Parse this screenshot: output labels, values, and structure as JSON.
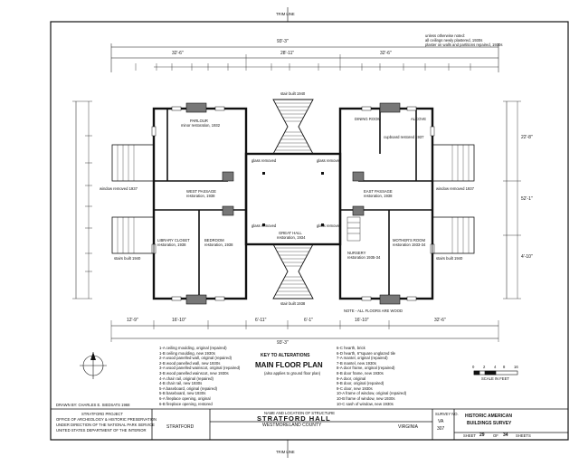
{
  "sheet": {
    "trim_top": "TRIM LINE",
    "trim_bottom": "TRIM LINE"
  },
  "notes": {
    "note1": "unless otherwise noted:",
    "note2": "all ceilings newly plastered, 1930s",
    "note3": "plaster on walls and partitions repaired, 1930s",
    "note_floors": "NOTE - ALL FLOORS ARE WOOD"
  },
  "dimensions": {
    "overall_top": "93'-3\"",
    "overall_bottom": "93'-3\"",
    "top_left": "32'-6\"",
    "top_center": "28'-11\"",
    "top_right": "32'-6\"",
    "bottom_1": "12'-9\"",
    "bottom_2": "16'-10\"",
    "bottom_3": "6'-11\"",
    "bottom_4": "6'-1\"",
    "bottom_5": "16'-10\"",
    "bottom_6": "32'-6\"",
    "side_right_1": "52'-1\"",
    "side_right_2": "22'-8\"",
    "side_right_3": "4'-10\""
  },
  "stairs": {
    "top": "stair built 1940",
    "bottom": "stair built 1938"
  },
  "rooms": {
    "parlour": "PARLOUR",
    "parlour_sub": "minor restoration, 1932",
    "dining_room": "DINING ROOM",
    "cupboard": "cupboard restored 1937",
    "alcove": "ALCOVE",
    "west_passage": "WEST PASSAGE",
    "west_passage_sub": "restoration, 1938",
    "east_passage": "EAST PASSAGE",
    "east_passage_sub": "restoration, 1938",
    "library_closet": "LIBRARY CLOSET",
    "library_closet_sub": "restoration, 1938",
    "bedroom": "BEDROOM",
    "bedroom_sub": "restoration, 1938",
    "nursery": "NURSERY",
    "nursery_sub": "restoration 1935-34",
    "mothers_room": "MOTHER'S ROOM",
    "mothers_room_sub": "restoration 1933-34",
    "hall": "GREAT HALL",
    "hall_sub": "restoration, 1934",
    "glass_removed_1": "glass removed",
    "glass_removed_2": "glass removed",
    "glass_removed_3": "glass removed",
    "glass_removed_4": "glass removed",
    "window_removed_w": "window removed 1937",
    "window_removed_e": "window removed 1937",
    "stairs_built_w": "stairs built 1940",
    "stairs_built_e": "stairs built 1940"
  },
  "key_title": "KEY TO ALTERATIONS",
  "plan_title": "MAIN FLOOR PLAN",
  "plan_subtitle": "(also applies to ground floor plan)",
  "legend_left": [
    "1-A  ceiling moulding, original (repaired)",
    "1-B  ceiling moulding, new 1930s",
    "2-A  wood panelled wall, original (repaired)",
    "2-B  wood panelled wall, new 1930s",
    "3-A  wood panelled wainscot, original (repaired)",
    "3-B  wood panelled wainscot, new 1930s",
    "4-A  chair rail, original (repaired)",
    "4-B  chair rail, new 1930s",
    "5-A  baseboard, original (repaired)",
    "5-B  baseboard, new 1930s",
    "6-A  fireplace opening, original",
    "6-B  fireplace opening, restored"
  ],
  "legend_right": [
    "6-C  hearth, brick",
    "6-D  hearth, 6\"square unglazed tile",
    "7-A  mantel, original (repaired)",
    "7-B  mantel, new 1930s",
    "8-A  door frame, original (repaired)",
    "8-B  door frame, new 1930s",
    "9-A  door, original",
    "9-B  door, original (repaired)",
    "9-C  door, new 1930s",
    "10-A  frame of window, original (repaired)",
    "10-B  frame of window, new 1930s",
    "10-C  sash of window, new 1930s"
  ],
  "scale": {
    "label": "SCALE IN FEET",
    "ticks": [
      "0",
      "2",
      "4",
      "8",
      "16"
    ]
  },
  "title_block": {
    "drawn_by": "DRAWN BY: CHARLES E. SIEDSATS  1968",
    "project_1": "STRATFORD PROJECT",
    "project_2": "OFFICE OF ARCHEOLOGY & HISTORIC PRESERVATION",
    "project_3": "UNDER DIRECTION OF THE NATIONAL PARK SERVICE",
    "project_4": "UNITED STATES DEPARTMENT OF THE INTERIOR",
    "drawn_label": "NAME AND LOCATION OF STRUCTURE",
    "building": "STRATFORD HALL",
    "county": "WESTMORELAND COUNTY",
    "town": "STRATFORD",
    "state": "VIRGINIA",
    "survey_label": "SURVEY NO.",
    "survey_no_1": "VA",
    "survey_no_2": "307",
    "habs_1": "HISTORIC AMERICAN",
    "habs_2": "BUILDINGS SURVEY",
    "sheet_label": "SHEET",
    "sheet_no": "29",
    "of_label": "OF",
    "sheets_total": "34",
    "sheets_label": "SHEETS"
  }
}
